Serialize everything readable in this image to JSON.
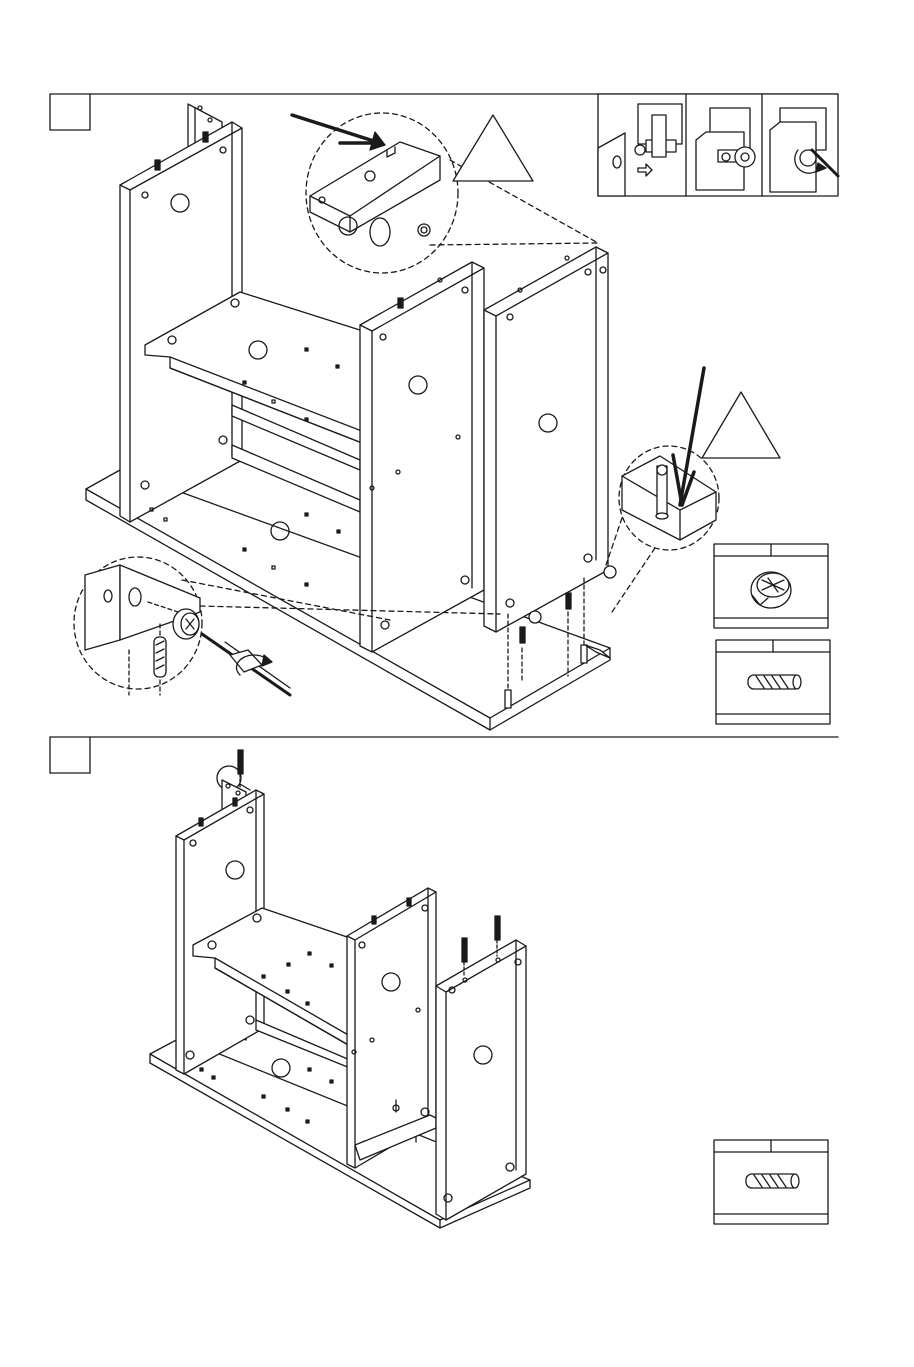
{
  "page": {
    "type": "assembly-instructions",
    "step_boxes": [
      {
        "id": "step-1",
        "label": ""
      },
      {
        "id": "step-2",
        "label": ""
      }
    ],
    "callouts": {
      "warning_triangle_top": {
        "icon": "warning-triangle",
        "text": ""
      },
      "warning_triangle_right": {
        "icon": "warning-triangle",
        "text": ""
      },
      "zoom_circle_top": {
        "icon": "magnifier-detail"
      },
      "zoom_circle_right": {
        "icon": "magnifier-detail"
      },
      "zoom_circle_left": {
        "icon": "magnifier-detail"
      }
    },
    "inset_steps": [
      {
        "icon": "insert-cam-bolt"
      },
      {
        "icon": "attach-cam-lock"
      },
      {
        "icon": "turn-screwdriver"
      }
    ],
    "hardware_boxes": [
      {
        "id": "cam-lock",
        "icon": "cam-lock-icon",
        "code": "",
        "qty": ""
      },
      {
        "id": "dowel-1",
        "icon": "wood-dowel-icon",
        "code": "",
        "qty": ""
      },
      {
        "id": "dowel-2",
        "icon": "wood-dowel-icon",
        "code": "",
        "qty": ""
      }
    ],
    "part_label_circle": {
      "text": ""
    },
    "colors": {
      "ink": "#1a1a1a",
      "paper": "#ffffff"
    }
  }
}
